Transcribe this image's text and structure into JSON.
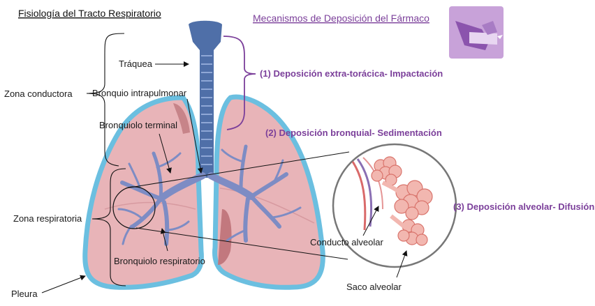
{
  "titles": {
    "main": "Fisiología del Tracto Respiratorio",
    "mechanisms": "Mecanismos de Deposición del Fármaco"
  },
  "labels": {
    "trachea": "Tráquea",
    "conducting_zone": "Zona conductora",
    "intrapulmonary_bronchus": "Bronquio intrapulmonar",
    "terminal_bronchiole": "Bronquiolo terminal",
    "respiratory_zone": "Zona respiratoria",
    "respiratory_bronchiole": "Bronquiolo respiratorio",
    "pleura": "Pleura",
    "alveolar_duct": "Conducto alveolar",
    "alveolar_sac": "Saco alveolar"
  },
  "mechanisms": [
    {
      "text": "(1) Deposición extra-torácica- Impactación"
    },
    {
      "text": "(2) Deposición bronquial- Sedimentación"
    },
    {
      "text": "(3) Deposición alveolar- Difusión"
    }
  ],
  "colors": {
    "accent_purple": "#7b3f9a",
    "lung_fill": "#e8b4b8",
    "pleura_blue": "#6bbfe0",
    "airway_blue": "#4f6fa8",
    "bronchi_blue": "#7d8cc4"
  },
  "icons": {
    "inhaler": "inhaler-icon"
  }
}
